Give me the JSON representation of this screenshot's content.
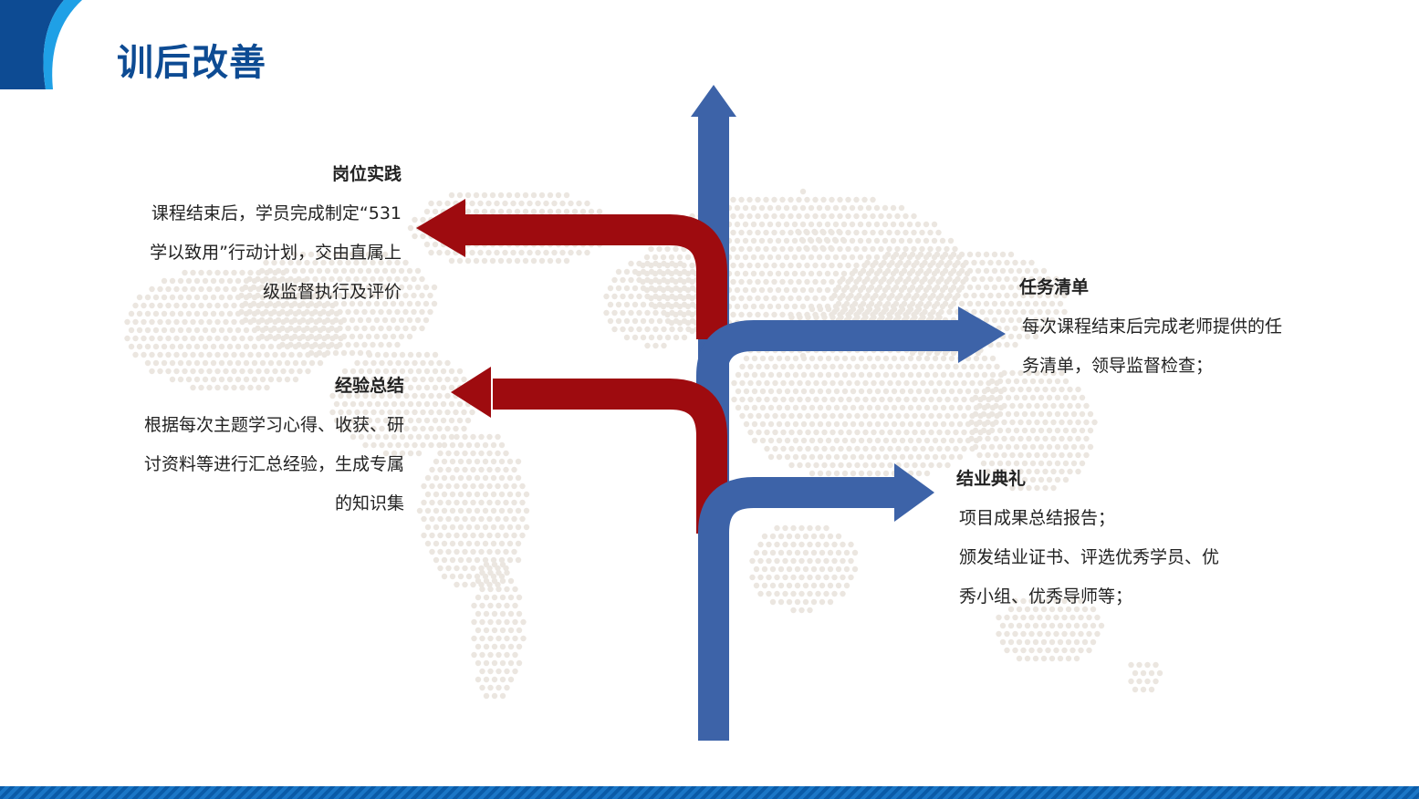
{
  "page": {
    "title": "训后改善",
    "accent_color": "#0d4b93"
  },
  "items": [
    {
      "heading": "岗位实践",
      "lines": [
        "课程结束后，学员完成制定“531",
        "学以致用”行动计划，交由直属上",
        "级监督执行及评价"
      ],
      "arrow_color": "#9e0b0f"
    },
    {
      "heading": "经验总结",
      "lines": [
        "根据每次主题学习心得、收获、研",
        "讨资料等进行汇总经验，生成专属",
        "的知识集"
      ],
      "arrow_color": "#9e0b0f"
    },
    {
      "heading": "任务清单",
      "lines": [
        "每次课程结束后完成老师提供的任",
        "务清单，领导监督检查；"
      ],
      "arrow_color": "#3d63a8"
    },
    {
      "heading": "结业典礼",
      "lines": [
        "项目成果总结报告；",
        "颁发结业证书、评选优秀学员、优",
        "秀小组、优秀导师等；"
      ],
      "arrow_color": "#3d63a8"
    }
  ],
  "decor": {
    "background_icon": "world-map-dots-icon",
    "arrow_up_icon": "arrow-up-icon"
  }
}
